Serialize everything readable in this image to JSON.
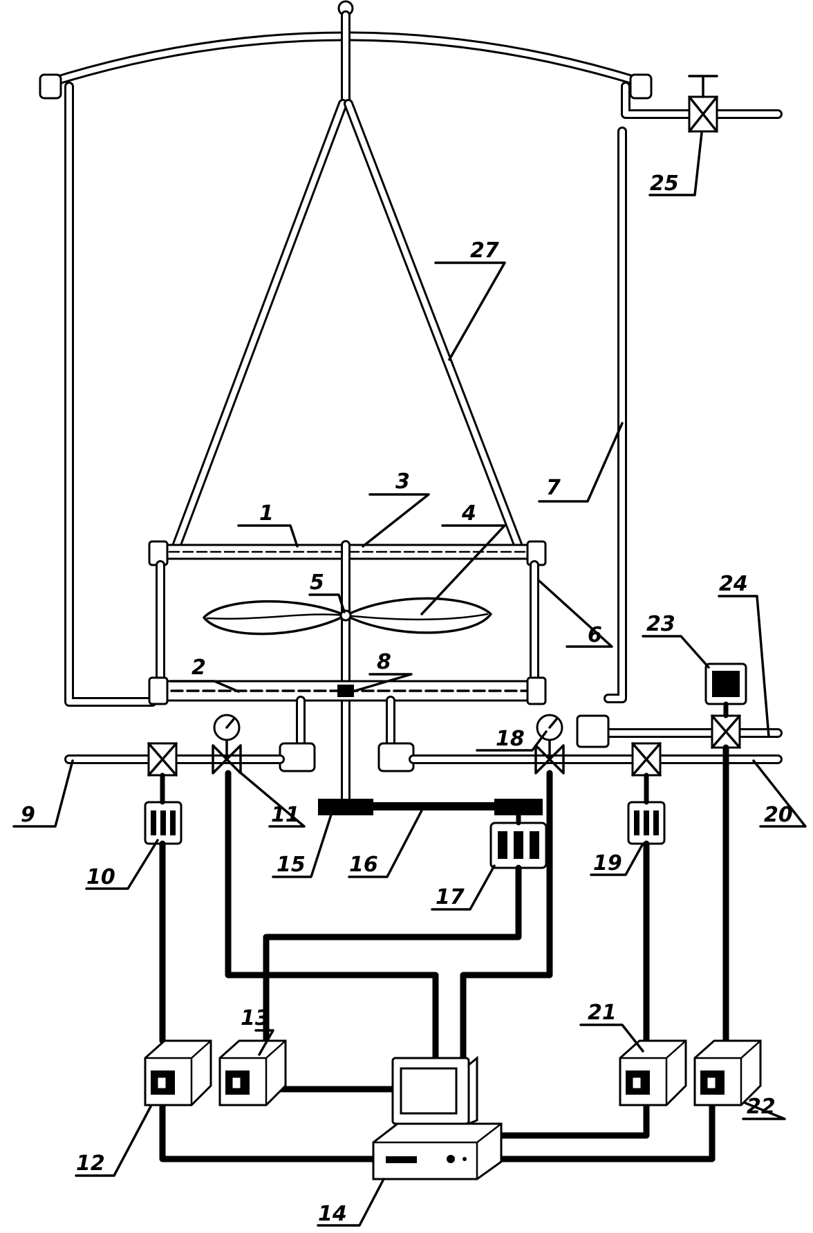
{
  "labels": {
    "n1": "1",
    "n2": "2",
    "n3": "3",
    "n4": "4",
    "n5": "5",
    "n6": "6",
    "n7": "7",
    "n8": "8",
    "n9": "9",
    "n10": "10",
    "n11": "11",
    "n12": "12",
    "n13": "13",
    "n14": "14",
    "n15": "15",
    "n16": "16",
    "n17": "17",
    "n18": "18",
    "n19": "19",
    "n20": "20",
    "n21": "21",
    "n22": "22",
    "n23": "23",
    "n24": "24",
    "n25": "25",
    "n27": "27"
  }
}
